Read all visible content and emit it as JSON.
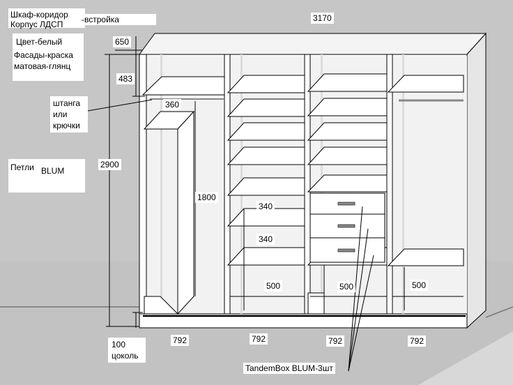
{
  "notes": {
    "title_line1": "Шкаф-коридор",
    "title_line2": "Корпус ЛДСП",
    "builtin": "-встройка",
    "color": "Цвет-белый",
    "facades_line1": "Фасады-краска",
    "facades_line2": "матовая-глянц",
    "rod_line1": "штанга",
    "rod_line2": "или",
    "rod_line3": "крючки",
    "hinges": "Петли",
    "hinges_brand": "BLUM",
    "drawers": "TandemBox BLUM-3шт",
    "plinth_value": "100",
    "plinth_label": "цоколь"
  },
  "dimensions": {
    "total_width": "3170",
    "depth": "650",
    "top_shelf": "483",
    "rod_height": "360",
    "total_height": "2900",
    "hanging_height": "1800",
    "shelf_gap_1": "340",
    "shelf_gap_2": "340",
    "bottom_1": "500",
    "bottom_2": "500",
    "bottom_3": "500",
    "section_1": "792",
    "section_2": "792",
    "section_3": "792",
    "section_4": "792"
  },
  "colors": {
    "background": "#c6c6c6",
    "panel": "#ffffff",
    "inner": "#f2f2f2",
    "line": "#000000"
  }
}
